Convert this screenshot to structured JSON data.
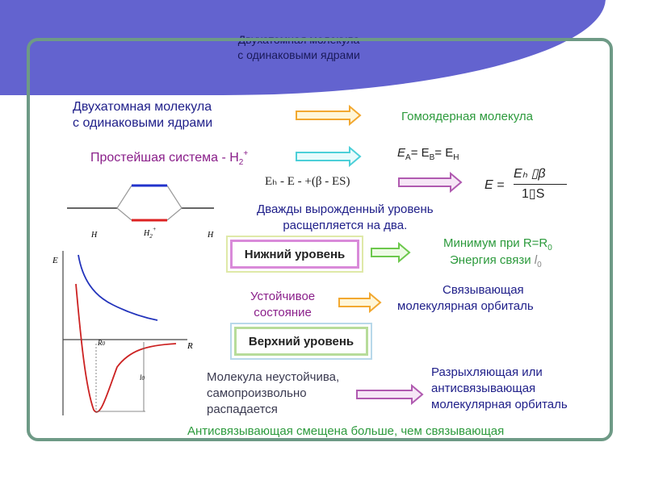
{
  "colors": {
    "banner": "#6363cf",
    "frame": "#6e9a86",
    "arrow_orange": "#f2a830",
    "arrow_cyan": "#4ccfd8",
    "arrow_purple": "#b05ab0",
    "arrow_green": "#6cc84c"
  },
  "banner": {
    "line1": "Двухатомная молекула",
    "line2": "с одинаковыми ядрами"
  },
  "rows": {
    "r1_left_line1": "Двухатомная молекула",
    "r1_left_line2": "с одинаковыми ядрами",
    "r1_right": "Гомоядерная молекула",
    "r2_left": "Простейшая система - H",
    "r2_left_sub": "2",
    "r2_left_sup": "+",
    "energy_eq_ea": "E",
    "energy_eq_a": "A",
    "energy_eq_mid1": "= E",
    "energy_eq_b": "B",
    "energy_eq_mid2": "= E",
    "energy_eq_h": "H",
    "formula1": "Eₕ - E - +(β - ES)",
    "formula2_lhs": "E =",
    "formula2_num": "Eₕ ▯β",
    "formula2_den": "1▯S",
    "degenerate_line1": "Дважды вырожденный уровень",
    "degenerate_line2": "расщепляется на два.",
    "lower_level": "Нижний уровень",
    "minimum": "Минимум при R=R",
    "minimum_sub": "0",
    "bond_energy": "Энергия связи",
    "bond_energy_sym": "l",
    "bond_energy_sub": "0",
    "stable_line1": "Устойчивое",
    "stable_line2": "состояние",
    "bonding_line1": "Связывающая",
    "bonding_line2": "молекулярная орбиталь",
    "upper_level": "Верхний уровень",
    "unstable_line1": "Молекула неустойчива,",
    "unstable_line2": "самопроизвольно",
    "unstable_line3": "распадается",
    "antibonding_line1": "Разрыхляющая или",
    "antibonding_line2": "антисвязывающая",
    "antibonding_line3": "молекулярная орбиталь",
    "bottom_note": "Антисвязывающая смещена больше, чем связывающая"
  },
  "level_diagram": {
    "left_label": "H",
    "mid_label": "H",
    "mid_sub": "2",
    "mid_sup": "+",
    "right_label": "H"
  },
  "potential_plot": {
    "y_axis": "E",
    "x_axis": "R",
    "r0_label": "R",
    "r0_sub": "0",
    "l0_label": "l",
    "l0_sub": "0"
  }
}
